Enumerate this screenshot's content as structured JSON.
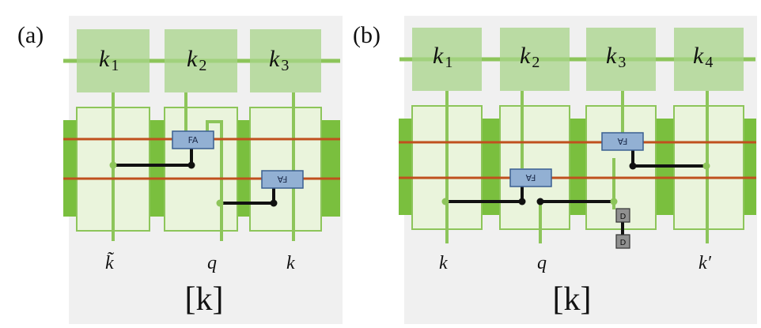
{
  "panel_a": {
    "label": "(a)",
    "tensor_labels": [
      {
        "main": "k",
        "sub": "1"
      },
      {
        "main": "k",
        "sub": "2"
      },
      {
        "main": "k",
        "sub": "3"
      }
    ],
    "gate_labels": [
      "FA",
      "FA"
    ],
    "leg_labels": [
      "k̃",
      "q",
      "k"
    ],
    "bracket_label": "[k]"
  },
  "panel_b": {
    "label": "(b)",
    "tensor_labels": [
      {
        "main": "k",
        "sub": "1"
      },
      {
        "main": "k",
        "sub": "2"
      },
      {
        "main": "k",
        "sub": "3"
      },
      {
        "main": "k",
        "sub": "4"
      }
    ],
    "gate_labels": [
      "FA",
      "FA"
    ],
    "d_labels": [
      "D",
      "D"
    ],
    "leg_labels": [
      "k",
      "q",
      "k′"
    ],
    "bracket_label": "[k]"
  },
  "colors": {
    "tensor_green": "#a8d48a",
    "leg_green": "#8dc55a",
    "band_green": "#7abf3e",
    "red_line": "#c0501e",
    "gate_blue": "#92b0d3",
    "d_gray": "#909090"
  }
}
